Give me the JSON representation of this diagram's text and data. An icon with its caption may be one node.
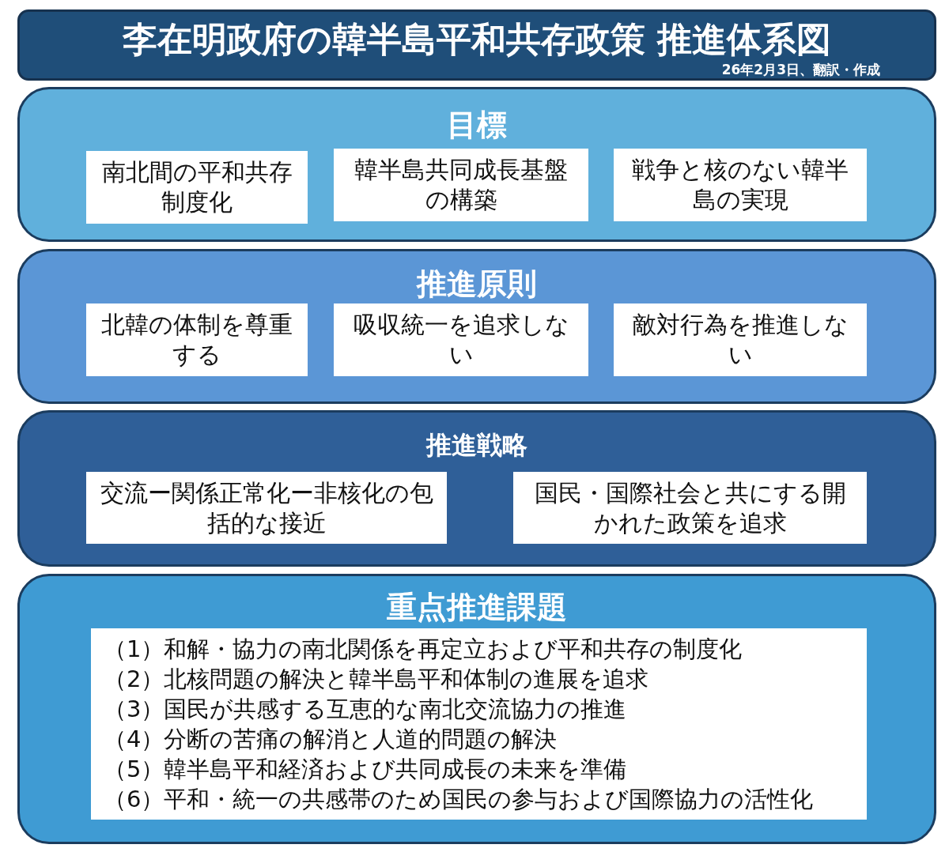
{
  "diagram": {
    "title": "李在明政府の韓半島平和共存政策 推進体系図",
    "nodes": [
      {
        "text": [
          "目標"
        ]
      },
      {
        "text": [
          "南北間の平和共存制度化"
        ],
        "in": 0
      },
      {
        "text": [
          "韓半島共同成長基盤の構築"
        ],
        "in": 0
      },
      {
        "text": [
          "戦争と核のない韓半島の実現"
        ],
        "in": 0
      },
      {
        "text": [
          "推進原則"
        ]
      },
      {
        "text": [
          "北韓の体制を尊重する"
        ],
        "in": 4
      },
      {
        "text": [
          "吸収統一を追求しない"
        ],
        "in": 4
      },
      {
        "text": [
          "敵対行為を推進しない"
        ],
        "in": 4
      },
      {
        "text": [
          "推進戦略"
        ]
      },
      {
        "text": [
          "交流ー関係正常化ー非核化の包括的な接近"
        ],
        "in": 8
      },
      {
        "text": [
          "国民・国際社会と共にする開かれた政策を追求"
        ],
        "in": 8
      },
      {
        "text": [
          "重点推進課題"
        ]
      },
      {
        "text": [
          "（1）和解・協力の南北関係を再定立および平和共存の制度化",
          "（2）北核問題の解決と韓半島平和体制の進展を追求",
          "（3）国民が共感する互恵的な南北交流協力の推進",
          "（4）分断の苦痛の解消と人道的問題の解決",
          "（5）韓半島平和経済および共同成長の未来を準備",
          "（6）平和・統一の共感帯のため国民の参与および国際協力の活性化"
        ],
        "in": 11
      }
    ],
    "edges": [],
    "labels": [
      "26年2月3日、翻訳・作成"
    ]
  }
}
